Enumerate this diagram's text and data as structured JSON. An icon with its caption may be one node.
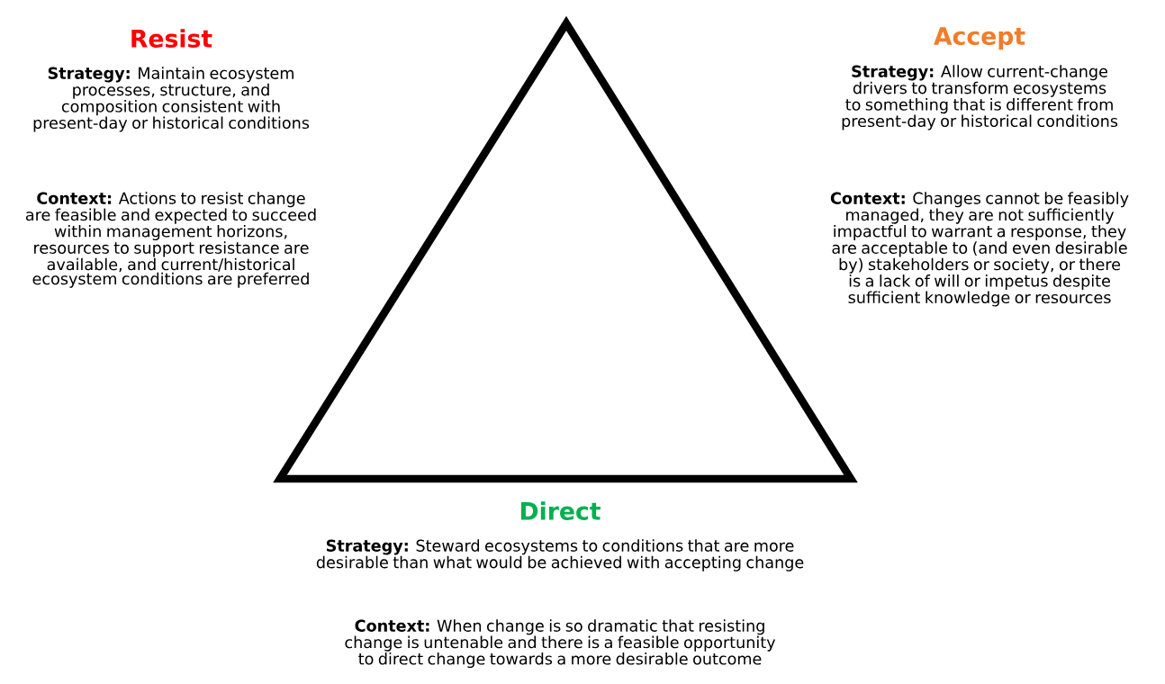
{
  "diagram": {
    "labels": [
      "Resist",
      "**Strategy:** Maintain ecosystem processes, structure, and composition consistent with present-day or historical conditions",
      "**Context:** Actions to resist change are feasible and expected to succeed within management horizons, resources to support resistance are available, and current/historical ecosystem conditions are preferred",
      "Accept",
      "**Strategy:**  Allow current-change drivers to transform ecosystems to something that is different from present-day or historical conditions",
      "**Context:** Changes cannot be feasibly managed, they are not sufficiently impactful to warrant a response, they are acceptable to (and even desirable by) stakeholders or society, or there is a lack of will or impetus despite sufficient knowledge or resources",
      "Direct",
      "**Strategy:** Steward ecosystems to conditions that are more desirable than what would be achieved with accepting change",
      "**Context:** When change is so dramatic that resisting change is untenable and there is a feasible opportunity to direct change towards a more desirable outcome"
    ]
  }
}
